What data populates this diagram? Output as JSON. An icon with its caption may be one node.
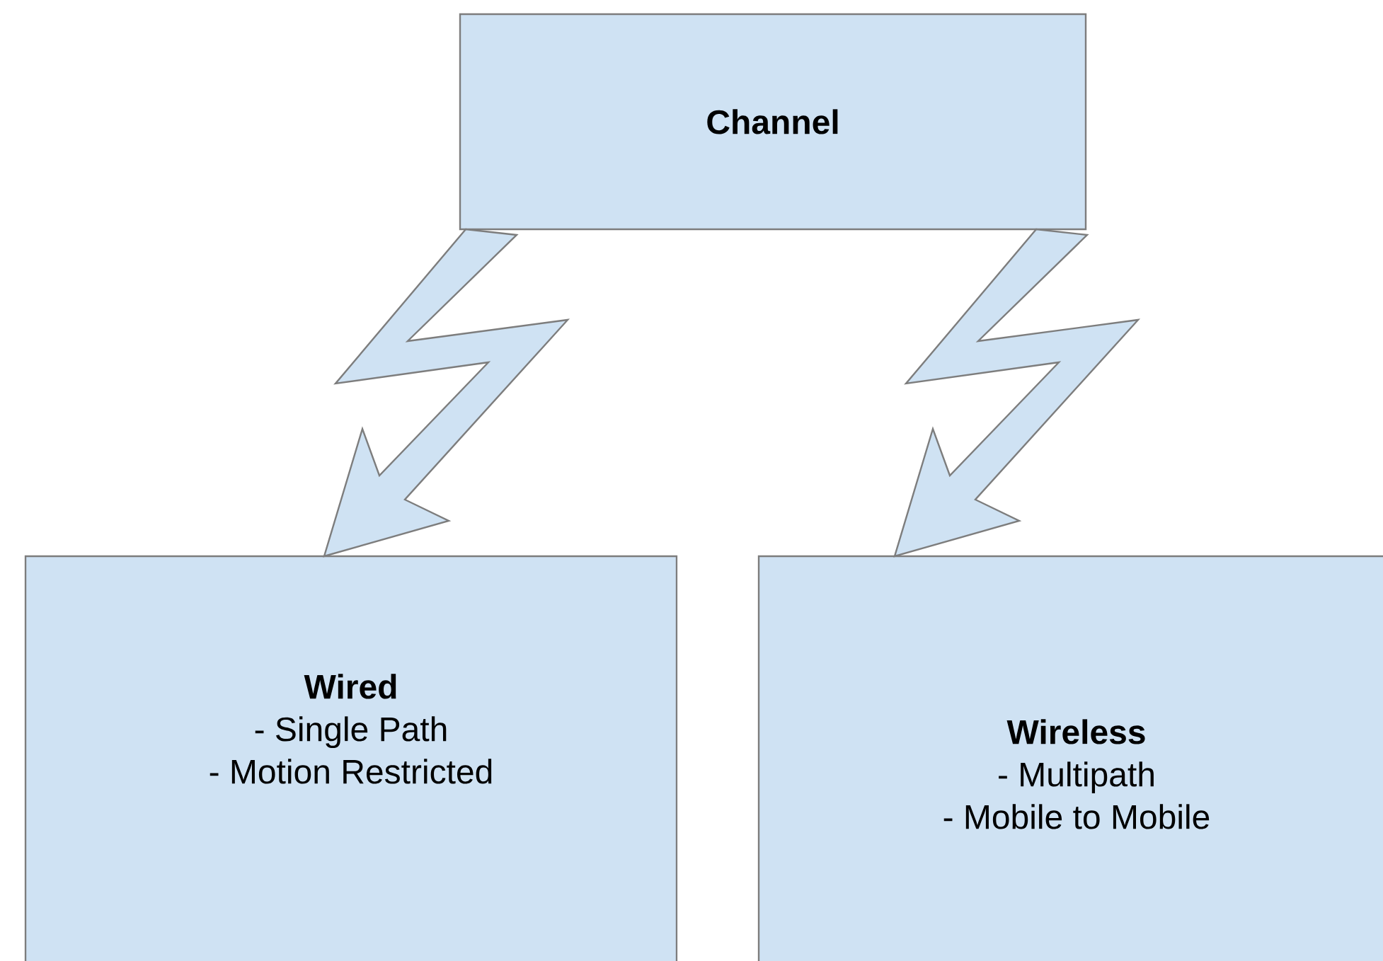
{
  "diagram": {
    "nodes": [
      {
        "text": [
          "Channel"
        ]
      },
      {
        "text": [
          "Wired",
          "- Single Path",
          "- Motion Restricted"
        ]
      },
      {
        "text": [
          "Wireless",
          "- Multipath",
          "- Mobile to Mobile"
        ]
      }
    ],
    "edges": [
      {
        "from": 0,
        "to": 1,
        "arrow": "to"
      },
      {
        "from": 0,
        "to": 2,
        "arrow": "to"
      }
    ]
  }
}
